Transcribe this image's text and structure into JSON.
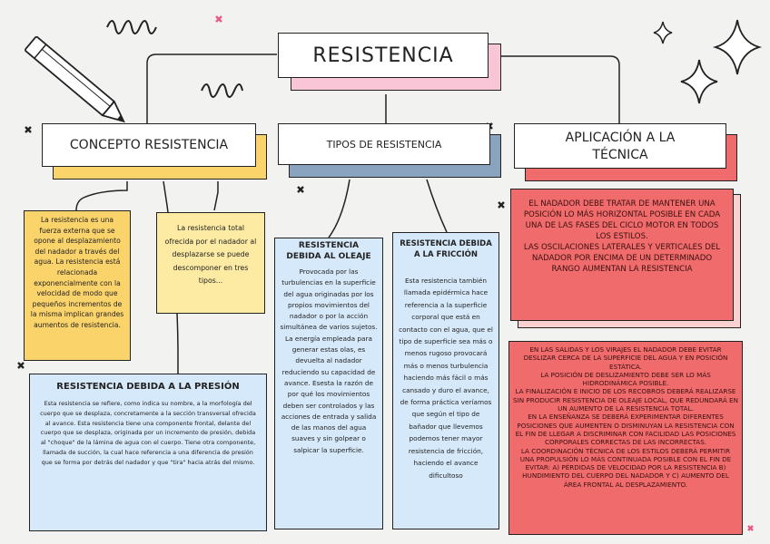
{
  "title": "RESISTENCIA",
  "headers": {
    "concepto": "CONCEPTO RESISTENCIA",
    "tipos": "TIPOS DE RESISTENCIA",
    "aplicacion_line1": "APLICACIÓN A LA",
    "aplicacion_line2": "TÉCNICA"
  },
  "concepto": {
    "definicion": "La resistencia es una fuerza externa que se opone al desplazamiento del nadador a través del agua. La resistencia está relacionada exponencialmente con la velocidad de modo que pequeños incrementos de la misma implican grandes aumentos de resistencia.",
    "total": "La resistencia total ofrecida por el nadador al desplazarse se puede descomponer en tres tipos..."
  },
  "presion": {
    "title": "RESISTENCIA DEBIDA A LA PRESIÓN",
    "text": "Esta resistencia se refiere, como indica su nombre, a la morfología del cuerpo que se desplaza, concretamente a la sección transversal ofrecida al avance. Esta resistencia tiene una componente frontal, delante del cuerpo que se desplaza, originada por un incremento de presión, debida al \"choque\" de la lámina de agua con el cuerpo. Tiene otra componente, llamada de succión, la cual hace referencia a una diferencia de presión que se forma por detrás del nadador y que \"tira\" hacia atrás del mismo."
  },
  "oleaje": {
    "title_line1": "RESISTENCIA",
    "title_line2": "DEBIDA AL OLEAJE",
    "text": "Provocada por las turbulencias en la superficie del agua originadas por los propios movimientos del nadador o por la acción simultánea de varios sujetos. La energía empleada para generar estas olas, es devuelta al nadador reduciendo su capacidad de avance. Esesta la razón de por qué los movimientos deben ser controlados y las acciones de entrada y salida de las manos del agua suaves y sin golpear o salpicar la superficie."
  },
  "friccion": {
    "title_line1": "RESISTENCIA DEBIDA",
    "title_line2": "A LA FRICCIÓN",
    "text": "Esta resistencia también llamada epidérmica hace referencia a la superficie corporal que está en contacto con el agua, que el tipo de superficie sea más o menos rugoso provocará más o menos turbulencia haciendo más fácil o más cansado y duro el avance, de forma práctica veríamos que según el tipo de bañador que llevemos podemos tener mayor resistencia de fricción, haciendo el avance dificultoso"
  },
  "aplicacion": {
    "block1": "EL NADADOR DEBE TRATAR DE MANTENER UNA POSICIÓN LO MÁS HORIZONTAL POSIBLE EN CADA UNA DE LAS FASES DEL CICLO MOTOR EN TODOS LOS ESTILOS.",
    "block2": "LAS OSCILACIONES LATERALES Y VERTICALES DEL NADADOR POR ENCIMA DE UN DETERMINADO RANGO AUMENTAN LA RESISTENCIA",
    "items": [
      "EN LAS SALIDAS Y LOS VIRAJES EL NADADOR DEBE EVITAR DESLIZAR CERCA DE LA SUPERFICIE DEL AGUA Y EN POSICIÓN ESTÁTICA.",
      "LA POSICIÓN DE DESLIZAMIENTO DEBE SER LO MÁS HIDRODINÁMICA POSIBLE.",
      "LA FINALIZACIÓN E INICIO DE LOS RECOBROS DEBERÁ REALIZARSE SIN PRODUCIR RESISTENCIA DE OLEAJE LOCAL, QUE REDUNDARÁ EN UN AUMENTO DE LA RESISTENCIA TOTAL.",
      "EN LA ENSEÑANZA SE DEBERÁ EXPERIMENTAR DIFERENTES POSICIONES QUE AUMENTEN O DISMINUYAN LA RESISTENCIA CON EL FIN DE LLEGAR A DISCRIMINAR CON FACILIDAD LAS POSICIONES CORPORALES CORRECTAS DE LAS INCORRECTAS.",
      "LA COORDINACIÓN TÉCNICA DE LOS ESTILOS DEBERÁ PERMITIR UNA PROPULSIÓN LO MÁS CONTINUADA POSIBLE CON EL FIN DE EVITAR: A) PÉRDIDAS DE VELOCIDAD POR LA RESISTENCIA B) HUNDIMIENTO DEL CUERPO DEL NADADOR Y C) AUMENTO DEL ÁREA FRONTAL AL DESPLAZAMIENTO."
    ]
  },
  "colors": {
    "yellow": "#fbd36b",
    "light_yellow": "#fdeaa3",
    "blue": "#d6e9fa",
    "slate": "#8aa3bf",
    "pink": "#f8c6d6",
    "red": "#f06b6b",
    "light_red": "#fbd0d0"
  }
}
